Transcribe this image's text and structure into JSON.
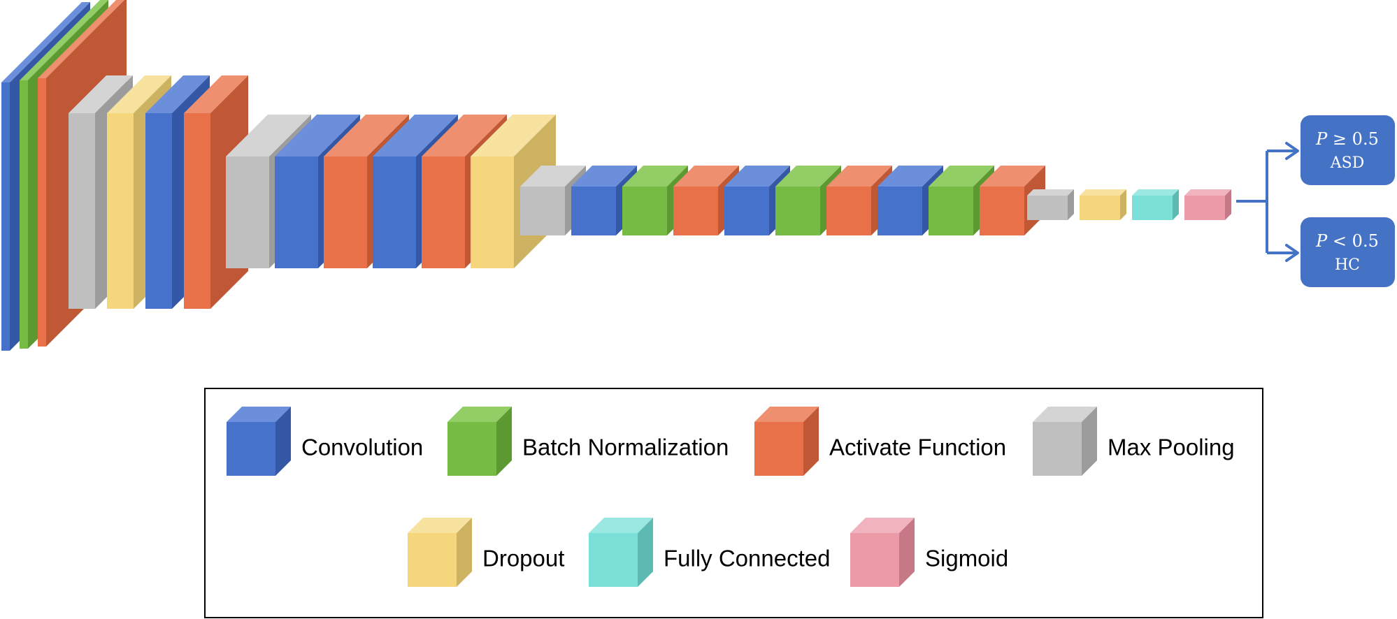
{
  "layer_types": {
    "conv": {
      "front": "#4672CC",
      "top": "#6B8FDA",
      "side": "#3458A6"
    },
    "bn": {
      "front": "#76BB43",
      "top": "#92CE65",
      "side": "#5C9931"
    },
    "act": {
      "front": "#E8714A",
      "top": "#EE8F6F",
      "side": "#C05836"
    },
    "pool": {
      "front": "#BFBFBF",
      "top": "#D4D4D4",
      "side": "#9C9C9C"
    },
    "drop": {
      "front": "#F5D67C",
      "top": "#F8E29F",
      "side": "#CDB261"
    },
    "fc": {
      "front": "#7ADFD7",
      "top": "#9BE8E2",
      "side": "#5DBAB2"
    },
    "sig": {
      "front": "#EC9AA8",
      "top": "#F1B4BF",
      "side": "#C67887"
    }
  },
  "network": {
    "stages": [
      [
        "conv",
        "bn",
        "act"
      ],
      [
        "pool",
        "drop",
        "conv",
        "act"
      ],
      [
        "pool",
        "conv",
        "act",
        "conv",
        "act",
        "drop"
      ],
      [
        "pool",
        "conv",
        "bn",
        "act",
        "conv",
        "bn",
        "act",
        "conv",
        "bn",
        "act"
      ],
      [
        "pool",
        "drop",
        "fc",
        "sig"
      ]
    ]
  },
  "outputs": [
    {
      "condition": "P ≥ 0.5",
      "var": "P",
      "op": "≥",
      "threshold": "0.5",
      "label": "ASD"
    },
    {
      "condition": "P < 0.5",
      "var": "P",
      "op": "<",
      "threshold": "0.5",
      "label": "HC"
    }
  ],
  "legend": {
    "items": [
      {
        "type": "conv",
        "label": "Convolution"
      },
      {
        "type": "bn",
        "label": "Batch Normalization"
      },
      {
        "type": "act",
        "label": "Activate Function"
      },
      {
        "type": "pool",
        "label": "Max Pooling"
      },
      {
        "type": "drop",
        "label": "Dropout"
      },
      {
        "type": "fc",
        "label": "Fully Connected"
      },
      {
        "type": "sig",
        "label": "Sigmoid"
      }
    ]
  },
  "connector_color": "#4472C4",
  "output_box_color": "#4472C4"
}
